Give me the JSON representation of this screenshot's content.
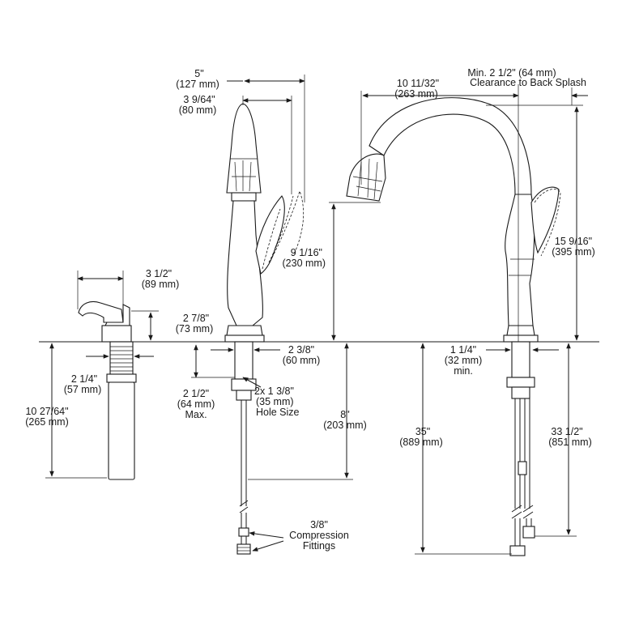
{
  "dimensions": {
    "d5in": "5\"",
    "d5mm": "(127 mm)",
    "d3964in": "3 9/64\"",
    "d3964mm": "(80 mm)",
    "d1011in": "10 11/32\"",
    "d1011mm": "(263 mm)",
    "clear1": "Min. 2 1/2\" (64 mm)",
    "clear2": "Clearance to Back Splash",
    "d3half_in": "3 1/2\"",
    "d3half_mm": "(89 mm)",
    "d278in": "2 7/8\"",
    "d278mm": "(73 mm)",
    "d916in": "9 1/16\"",
    "d916mm": "(230 mm)",
    "d15in": "15 9/16\"",
    "d15mm": "(395 mm)",
    "d238in": "2 3/8\"",
    "d238mm": "(60 mm)",
    "d114in": "1 1/4\"",
    "d114mm": "(32 mm)",
    "d114min": "min.",
    "d214in": "2 1/4\"",
    "d214mm": "(57 mm)",
    "d212in": "2 1/2\"",
    "d212mm": "(64 mm)",
    "d212max": "Max.",
    "hole1": "2x 1 3/8\"",
    "hole2": "(35 mm)",
    "hole3": "Hole Size",
    "d8in": "8\"",
    "d8mm": "(203 mm)",
    "d35in": "35\"",
    "d35mm": "(889 mm)",
    "d33in": "33 1/2\"",
    "d33mm": "(851 mm)",
    "d1027in": "10 27/64\"",
    "d1027mm": "(265 mm)",
    "fit1": "3/8\"",
    "fit2": "Compression",
    "fit3": "Fittings"
  }
}
